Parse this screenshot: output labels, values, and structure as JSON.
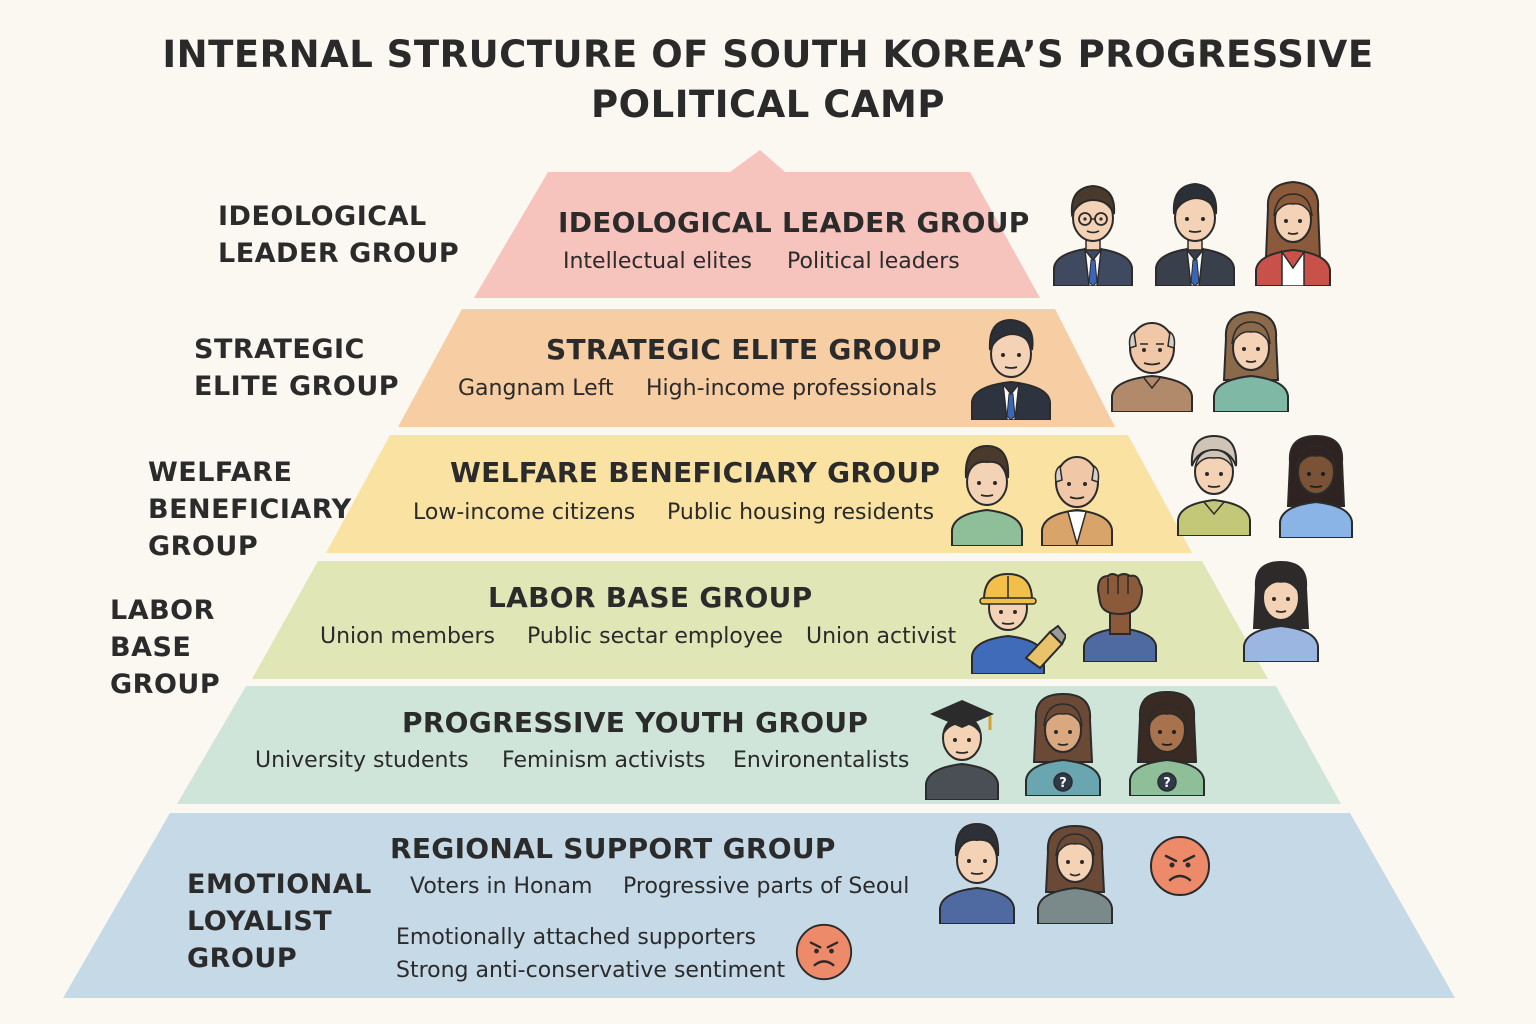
{
  "title": {
    "line1": "INTERNAL STRUCTURE OF SOUTH KOREA’S PROGRESSIVE",
    "line2": "POLITICAL CAMP"
  },
  "side_labels": {
    "ideological": [
      "IDEOLOGICAL",
      "LEADER GROUP"
    ],
    "strategic": [
      "STRATEGIC",
      "ELITE GROUP"
    ],
    "welfare": [
      "WELFARE",
      "BENEFICIARY",
      "GROUP"
    ],
    "labor": [
      "LABOR",
      "BASE",
      "GROUP"
    ],
    "emotional": [
      "EMOTIONAL",
      "LOYALIST",
      "GROUP"
    ]
  },
  "tiers": [
    {
      "id": "ideological",
      "title": "IDEOLOGICAL LEADER GROUP",
      "items": [
        "Intellectual elites",
        "Political leaders"
      ],
      "color": "#f6c4bd"
    },
    {
      "id": "strategic",
      "title": "STRATEGIC ELITE GROUP",
      "items": [
        "Gangnam Left",
        "High-income professionals"
      ],
      "color": "#f7cda3"
    },
    {
      "id": "welfare",
      "title": "WELFARE BENEFICIARY GROUP",
      "items": [
        "Low-income citizens",
        "Public housing residents"
      ],
      "color": "#f9e2a2"
    },
    {
      "id": "labor",
      "title": "LABOR BASE GROUP",
      "items": [
        "Union members",
        "Public sectar employee",
        "Union activist"
      ],
      "color": "#e1e6b6"
    },
    {
      "id": "youth",
      "title": "PROGRESSIVE YOUTH GROUP",
      "items": [
        "University students",
        "Feminism activists",
        "Environentalists"
      ],
      "color": "#cfe5d9"
    },
    {
      "id": "regional",
      "title": "REGIONAL SUPPORT  GROUP",
      "items": [
        "Voters in Honam",
        "Progressive parts of Seoul"
      ],
      "color": "#c6d9e6"
    }
  ],
  "emotional": {
    "lines": [
      "Emotionally attached supporters",
      "Strong anti-conservative sentiment"
    ]
  },
  "colors": {
    "background": "#fbf8f1",
    "text": "#2b2b2b",
    "angry_face": "#ec8a6a"
  },
  "icons": [
    "man-glasses-suit-icon",
    "man-suit-icon",
    "woman-red-jacket-icon",
    "businessman-icon",
    "older-man-icon",
    "woman-teal-icon",
    "boy-green-icon",
    "old-man-icon",
    "elderly-woman-icon",
    "woman-blue-icon",
    "construction-worker-icon",
    "raised-fist-icon",
    "woman-blue-shirt-icon",
    "graduate-student-icon",
    "woman-activist-icon",
    "woman-green-activist-icon",
    "man-blue-icon",
    "woman-gray-icon",
    "angry-face-icon"
  ]
}
